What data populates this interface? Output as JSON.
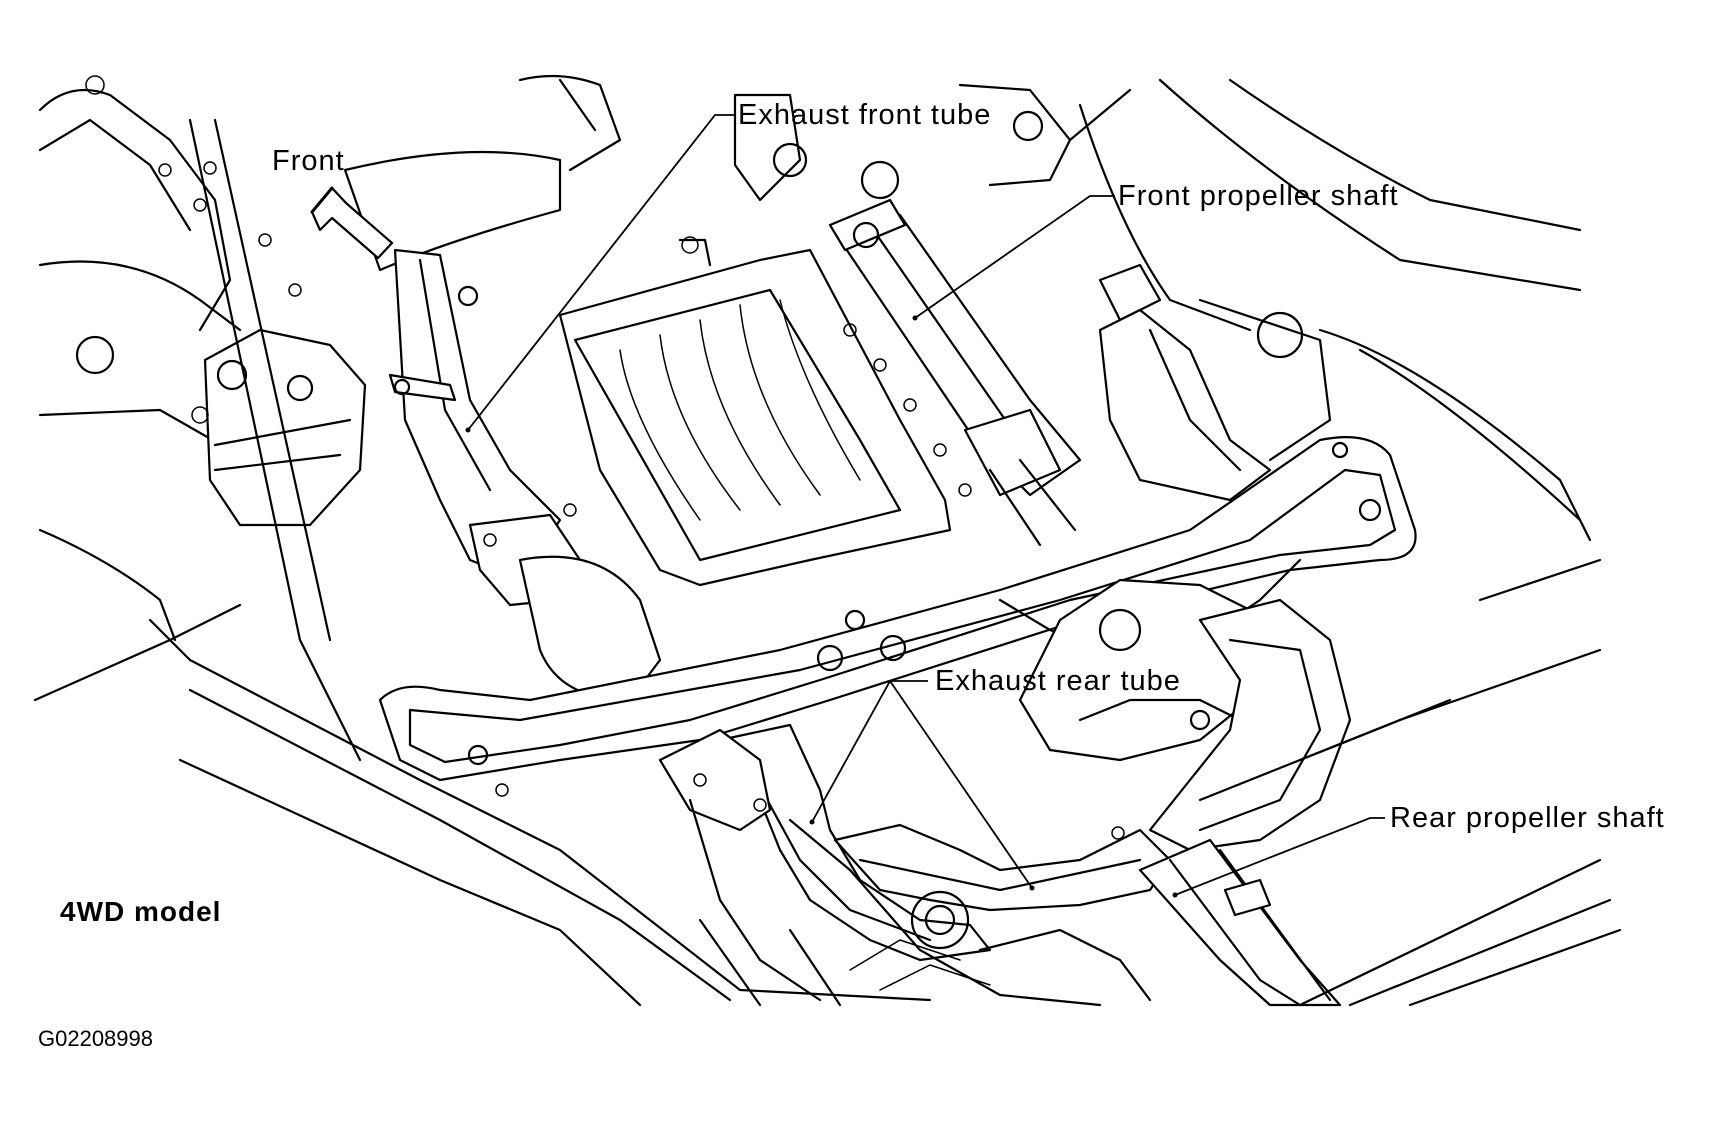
{
  "labels": {
    "exhaust_front_tube": "Exhaust front tube",
    "front_propeller_shaft": "Front propeller shaft",
    "exhaust_rear_tube": "Exhaust rear tube",
    "rear_propeller_shaft": "Rear propeller shaft",
    "front": "Front",
    "model": "4WD model",
    "figure_code": "G02208998"
  }
}
